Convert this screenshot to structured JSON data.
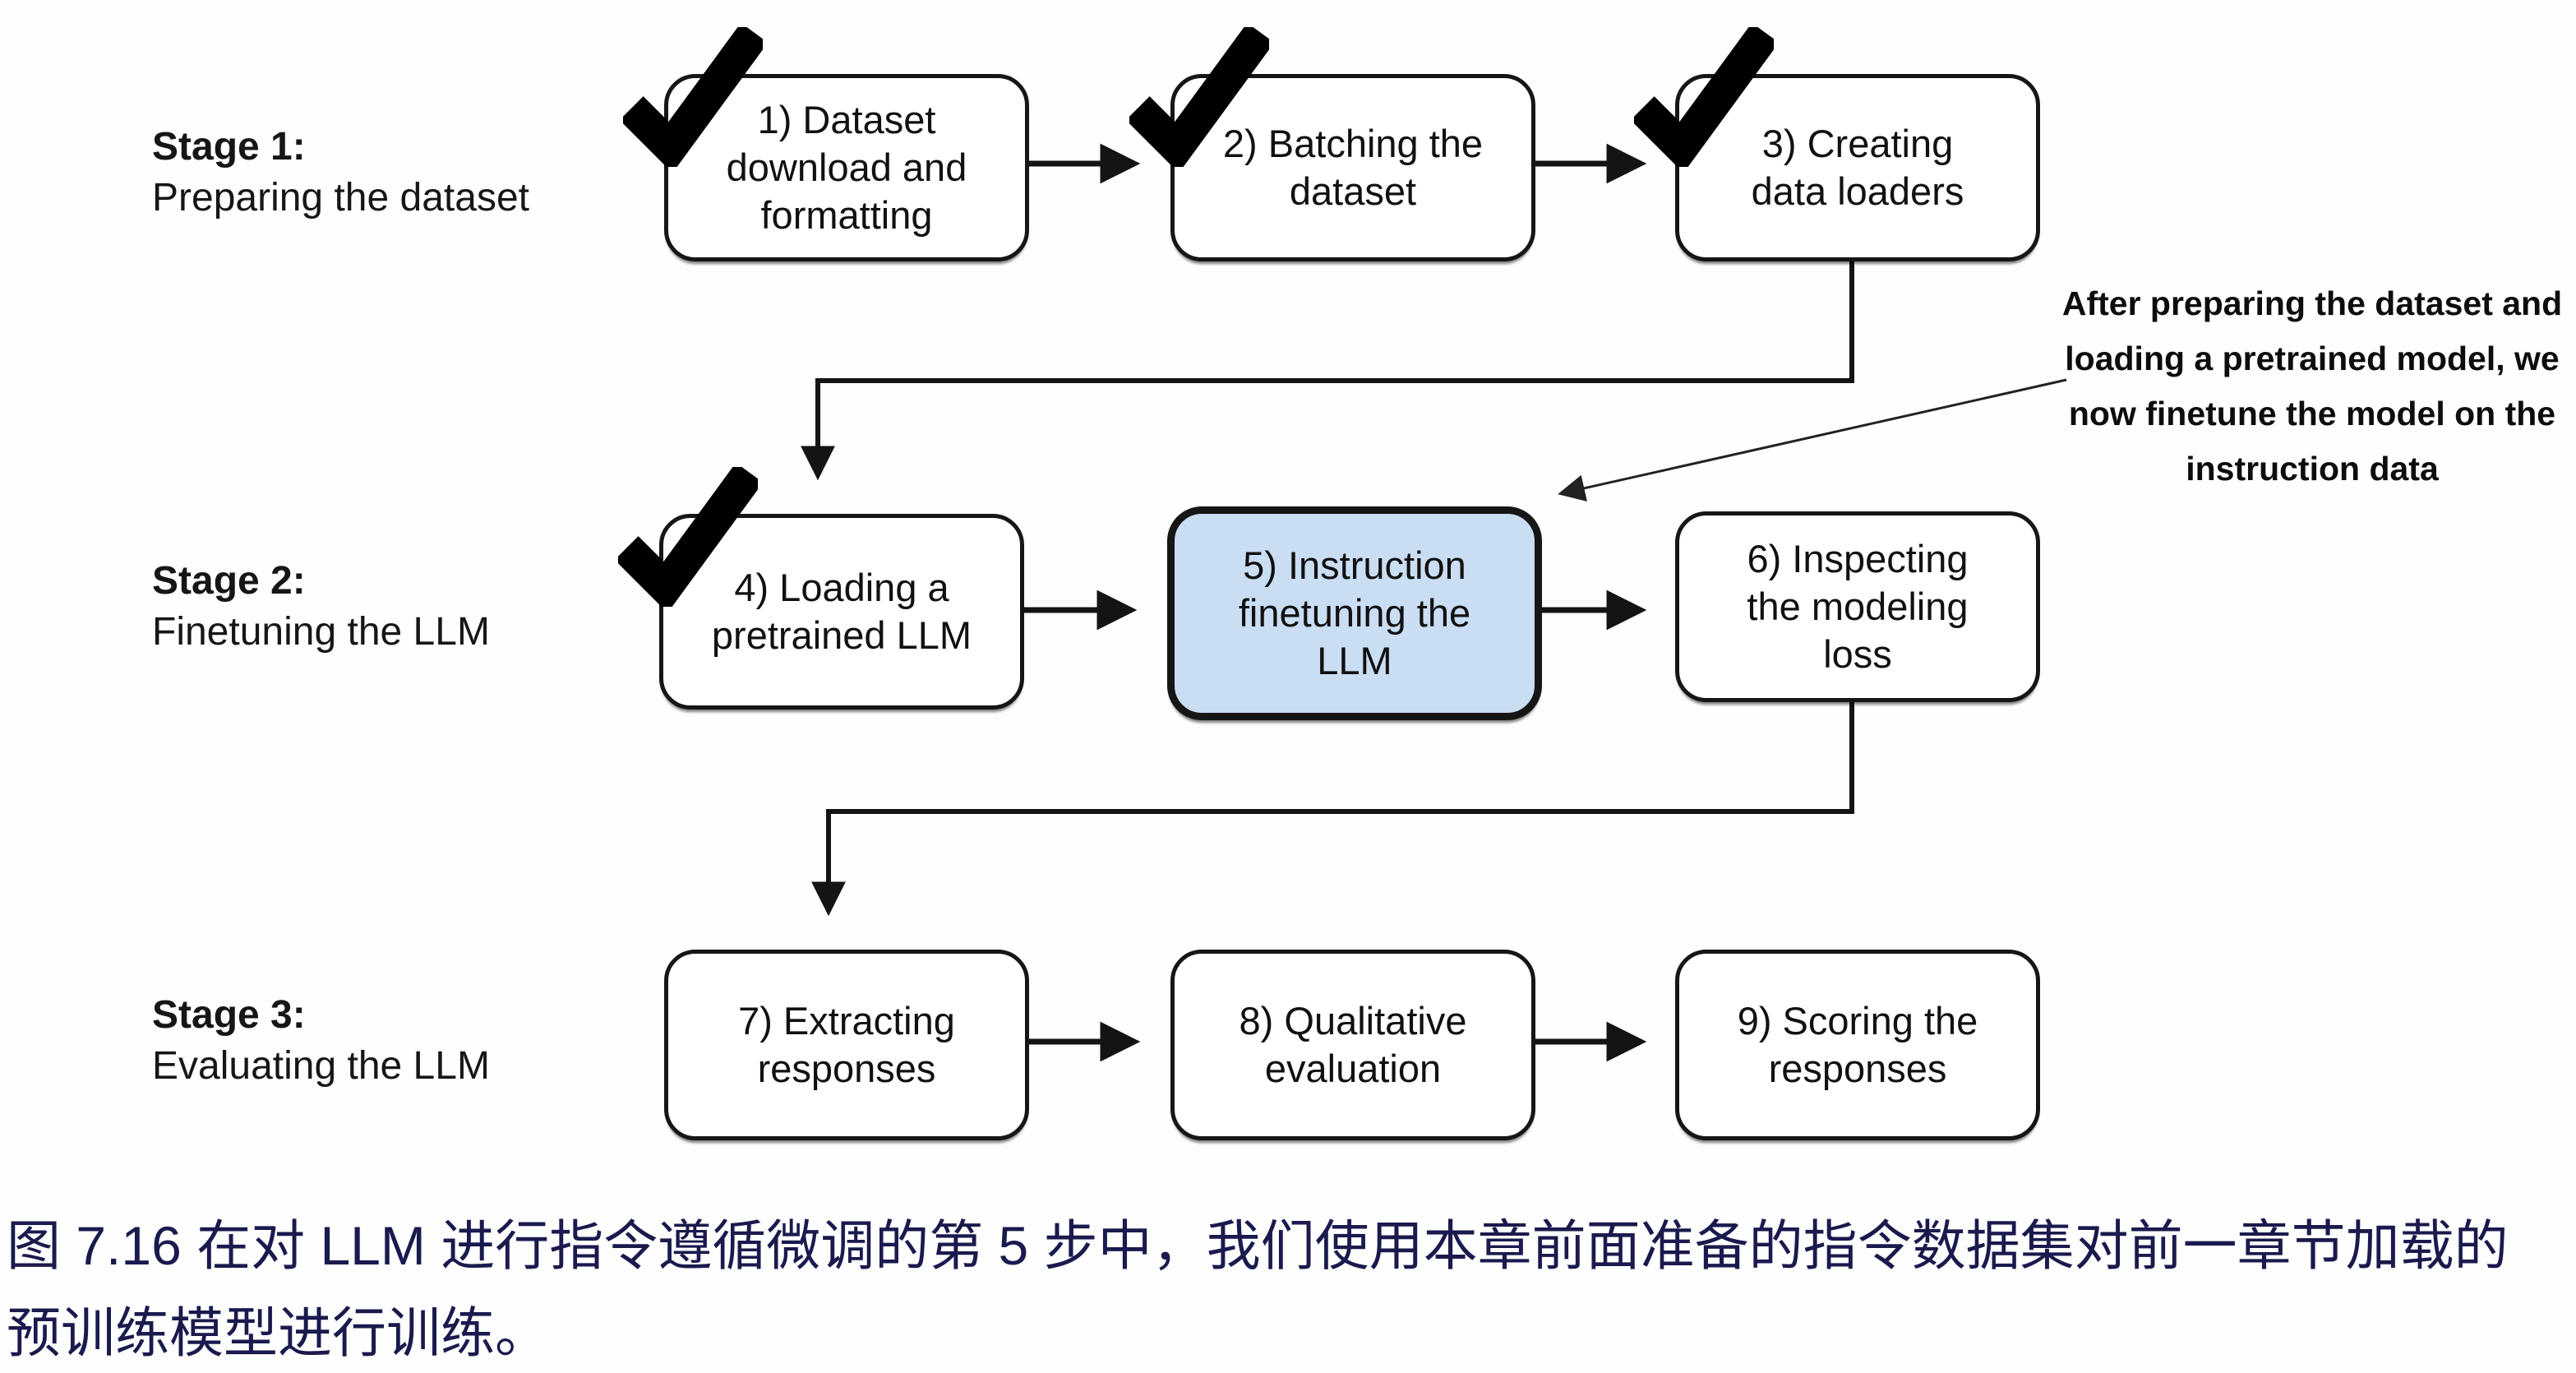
{
  "diagram": {
    "stages": [
      {
        "label": "Stage 1:",
        "desc": "Preparing the dataset"
      },
      {
        "label": "Stage 2:",
        "desc": "Finetuning the LLM"
      },
      {
        "label": "Stage 3:",
        "desc": "Evaluating the LLM"
      }
    ],
    "boxes": [
      {
        "text": "1) Dataset\ndownload and\nformatting",
        "checked": true,
        "highlighted": false
      },
      {
        "text": "2) Batching the\ndataset",
        "checked": true,
        "highlighted": false
      },
      {
        "text": "3) Creating\ndata loaders",
        "checked": true,
        "highlighted": false
      },
      {
        "text": "4) Loading a\npretrained LLM",
        "checked": true,
        "highlighted": false
      },
      {
        "text": "5) Instruction\nfinetuning the\nLLM",
        "checked": false,
        "highlighted": true
      },
      {
        "text": "6) Inspecting\nthe modeling\nloss",
        "checked": false,
        "highlighted": false
      },
      {
        "text": "7) Extracting\nresponses",
        "checked": false,
        "highlighted": false
      },
      {
        "text": "8) Qualitative\nevaluation",
        "checked": false,
        "highlighted": false
      },
      {
        "text": "9) Scoring the\nresponses",
        "checked": false,
        "highlighted": false
      }
    ],
    "annotation": "After preparing the dataset and\nloading a pretrained model, we\nnow finetune the model on the\ninstruction data",
    "highlight_color": "#c9ddf3",
    "line_color": "#141414"
  },
  "caption": {
    "text": "图 7.16 在对 LLM 进行指令遵循微调的第 5 步中，我们使用本章前面准备的指令数据集对前一章节加载的\n预训练模型进行训练。",
    "color": "#1a1a4e"
  }
}
